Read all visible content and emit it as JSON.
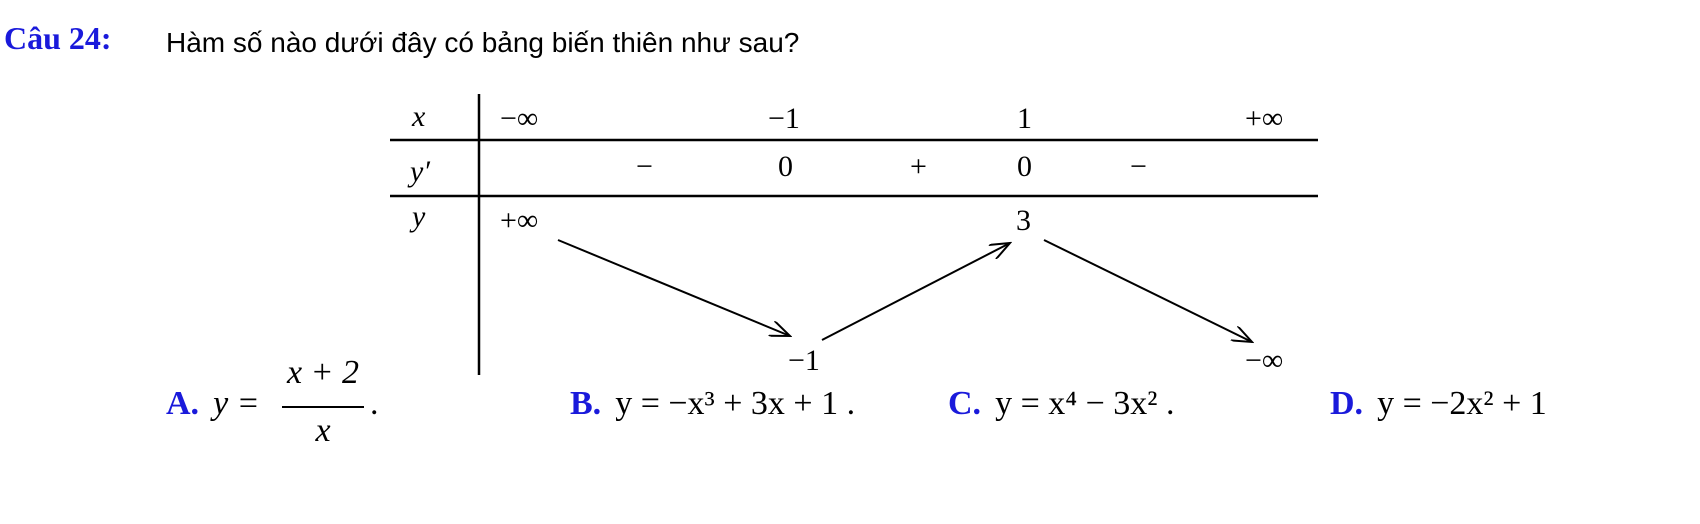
{
  "question": {
    "label": "Câu 24:",
    "text": "Hàm số nào dưới đây có bảng biến thiên như sau?"
  },
  "table": {
    "row_labels": [
      "x",
      "y′",
      "y"
    ],
    "x_values": [
      "−∞",
      "−1",
      "1",
      "+∞"
    ],
    "derivative_signs": [
      "−",
      "0",
      "+",
      "0",
      "−"
    ],
    "y_values": {
      "start": "+∞",
      "min": "−1",
      "max": "3",
      "end": "−∞"
    }
  },
  "options": {
    "A": {
      "letter": "A.",
      "prefix": "y =",
      "numerator": "x + 2",
      "denominator": "x",
      "suffix": "."
    },
    "B": {
      "letter": "B.",
      "expr": "y = −x³ + 3x + 1 ."
    },
    "C": {
      "letter": "C.",
      "expr": "y = x⁴ − 3x² ."
    },
    "D": {
      "letter": "D.",
      "expr": "y = −2x² + 1"
    }
  },
  "colors": {
    "label_blue": "#1a1adb"
  }
}
